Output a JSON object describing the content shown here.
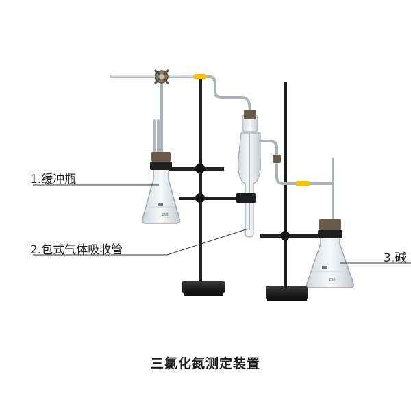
{
  "labels": {
    "buffer_bottle": "1.缓冲瓶",
    "absorber_tube": "2.包式气体吸收管",
    "third": "3.碱"
  },
  "caption": "三氯化氮测定装置",
  "colors": {
    "background": "#ffffff",
    "glass": "#b9c4cc",
    "stand": "#1f1f1f",
    "connector": "#f4c400",
    "stopper": "#6a5a48"
  }
}
